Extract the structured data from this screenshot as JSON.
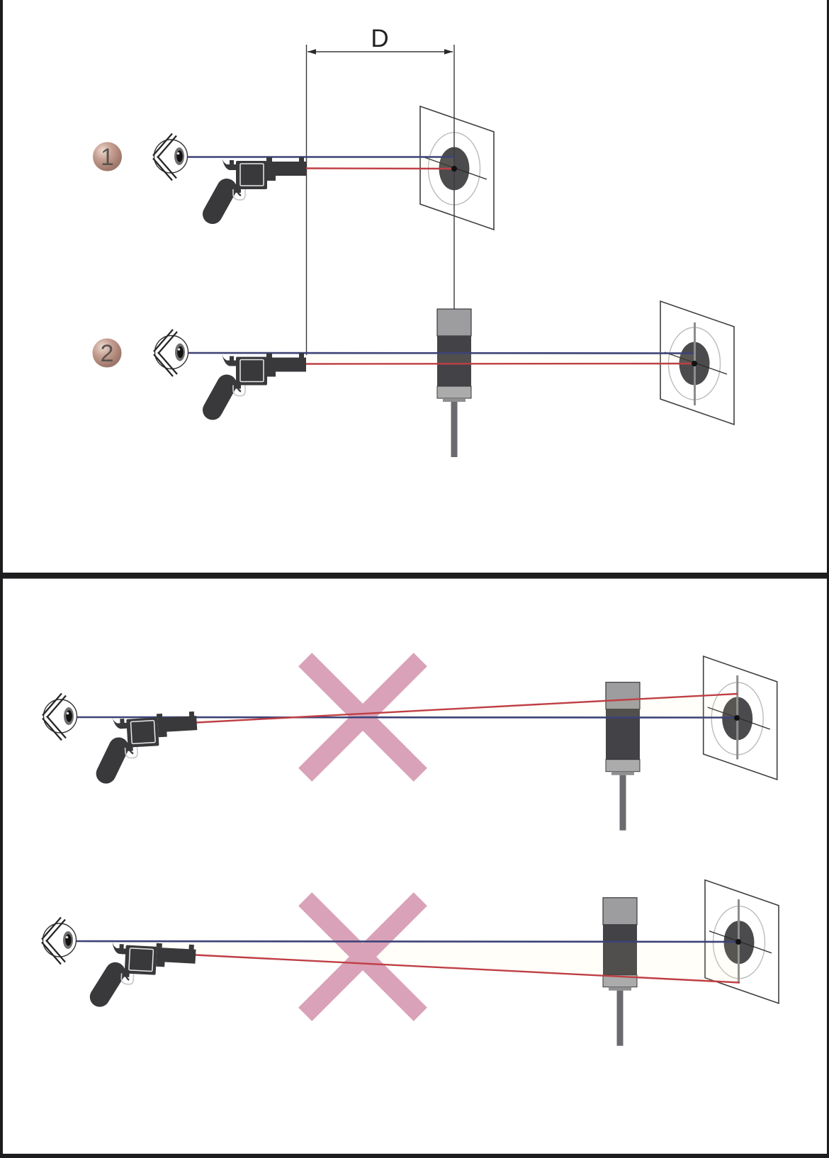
{
  "labels": {
    "distance": "D"
  },
  "scenarios": [
    {
      "number": "1",
      "description": "Sight line and laser converge on a near target at distance D",
      "crossed_out": false
    },
    {
      "number": "2",
      "description": "Laser checked through boresight device, hits far target center",
      "crossed_out": false
    },
    {
      "number": "",
      "description": "Laser crosses the line of sight and hits high on the target",
      "crossed_out": true
    },
    {
      "number": "",
      "description": "Laser diverges below the line of sight and hits low on the target",
      "crossed_out": true
    }
  ],
  "colors": {
    "--los": "#3d4377",
    "--laser": "#bf3f45",
    "--cross": "#d9a2b8",
    "--gun": "#39393c",
    "--bullseye": "#4b4b4e",
    "--device-light": "#9d9da0",
    "--device-dark": "#434347",
    "--frame": "#1d1d1f"
  }
}
